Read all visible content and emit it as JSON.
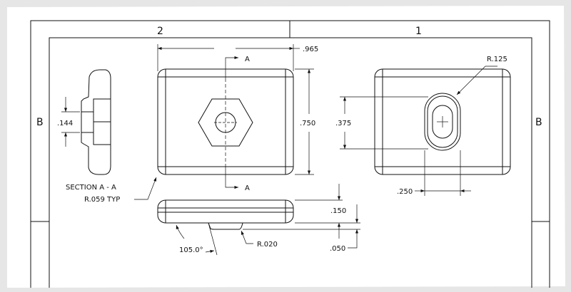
{
  "sheet": {
    "zones_top": [
      "2",
      "1"
    ],
    "zones_side": [
      "B",
      "B"
    ]
  },
  "section_view": {
    "label": "SECTION A - A",
    "dim_hole": ".144"
  },
  "front_view": {
    "width_dim": ".965",
    "height_dim": ".750",
    "section_mark": "A",
    "corner_radius": "R.059 TYP"
  },
  "right_view": {
    "slot_radius": "R.125",
    "vertical_dim": ".375",
    "horizontal_dim": ".250"
  },
  "bottom_view": {
    "thickness_dim": ".150",
    "boss_dim": ".050",
    "angle": "105.0°",
    "fillet": "R.020"
  }
}
